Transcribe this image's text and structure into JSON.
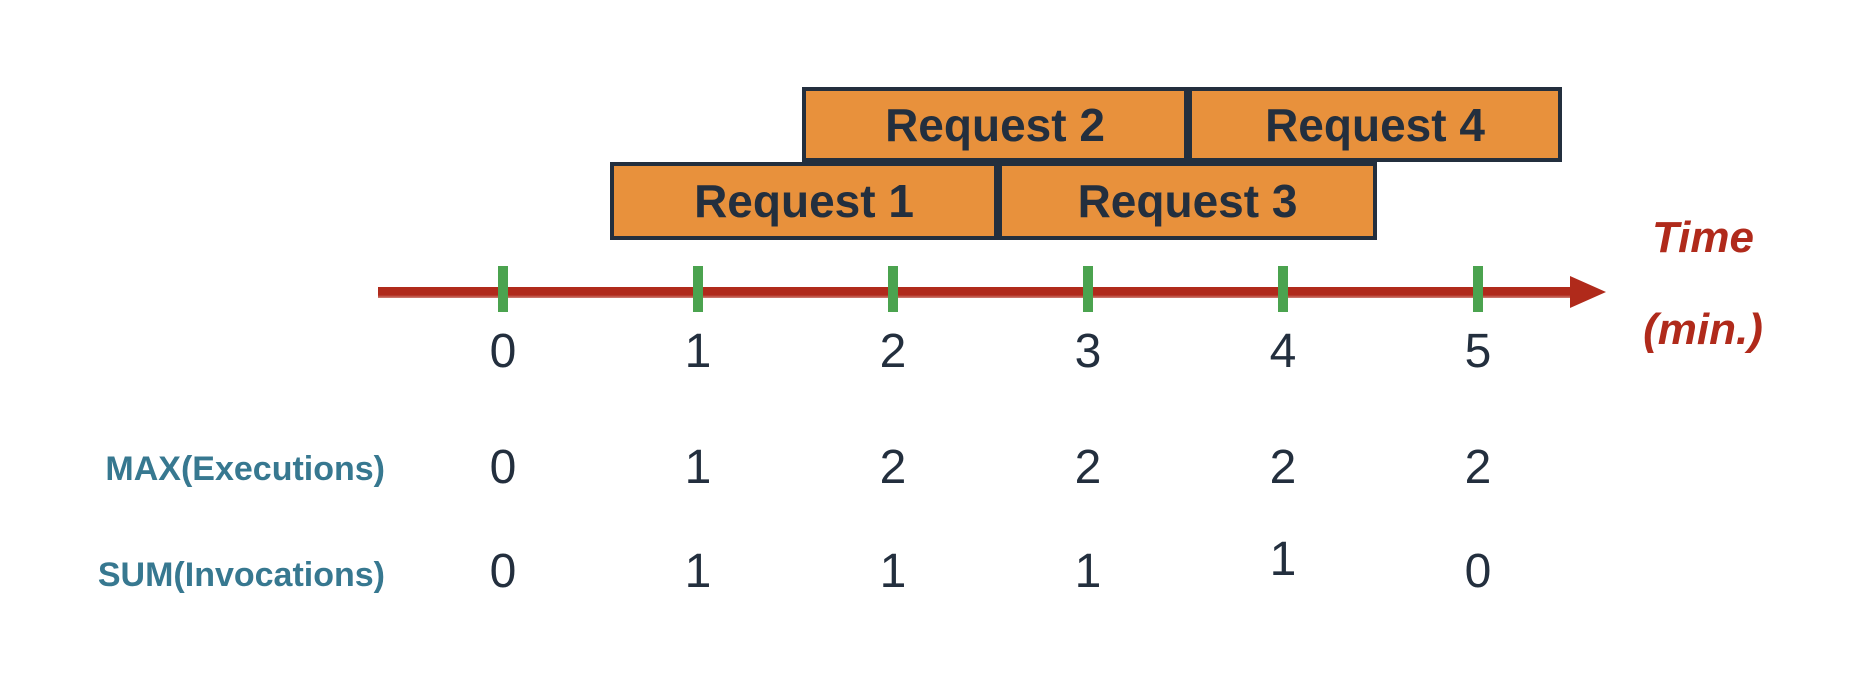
{
  "axis": {
    "tick_labels": [
      "0",
      "1",
      "2",
      "3",
      "4",
      "5"
    ],
    "title_line1": "Time",
    "title_line2": "(min.)"
  },
  "requests": [
    {
      "label": "Request 1"
    },
    {
      "label": "Request 2"
    },
    {
      "label": "Request 3"
    },
    {
      "label": "Request 4"
    }
  ],
  "rows": [
    {
      "label": "MAX(Executions)",
      "values": [
        "0",
        "1",
        "2",
        "2",
        "2",
        "2"
      ]
    },
    {
      "label": "SUM(Invocations)",
      "values": [
        "0",
        "1",
        "1",
        "1",
        "1",
        "0"
      ]
    }
  ],
  "colors": {
    "bar_fill": "#E8913C",
    "bar_border": "#232F3E",
    "text_dark": "#232F3E",
    "axis_red": "#B02A1B",
    "tick_green": "#4BA34F",
    "metric_teal": "#377890"
  },
  "chart_data": {
    "type": "timeline",
    "time_axis": {
      "label": "Time (min.)",
      "ticks": [
        0,
        1,
        2,
        3,
        4,
        5
      ]
    },
    "requests": [
      {
        "name": "Request 1",
        "start_min": 0.55,
        "end_min": 2.55,
        "lane": "lower"
      },
      {
        "name": "Request 2",
        "start_min": 1.55,
        "end_min": 3.5,
        "lane": "upper"
      },
      {
        "name": "Request 3",
        "start_min": 2.55,
        "end_min": 4.5,
        "lane": "lower"
      },
      {
        "name": "Request 4",
        "start_min": 3.5,
        "end_min": 5.45,
        "lane": "upper"
      }
    ],
    "metrics": [
      {
        "name": "MAX(Executions)",
        "values_by_minute": [
          0,
          1,
          2,
          2,
          2,
          2
        ]
      },
      {
        "name": "SUM(Invocations)",
        "values_by_minute": [
          0,
          1,
          1,
          1,
          1,
          0
        ]
      }
    ]
  }
}
